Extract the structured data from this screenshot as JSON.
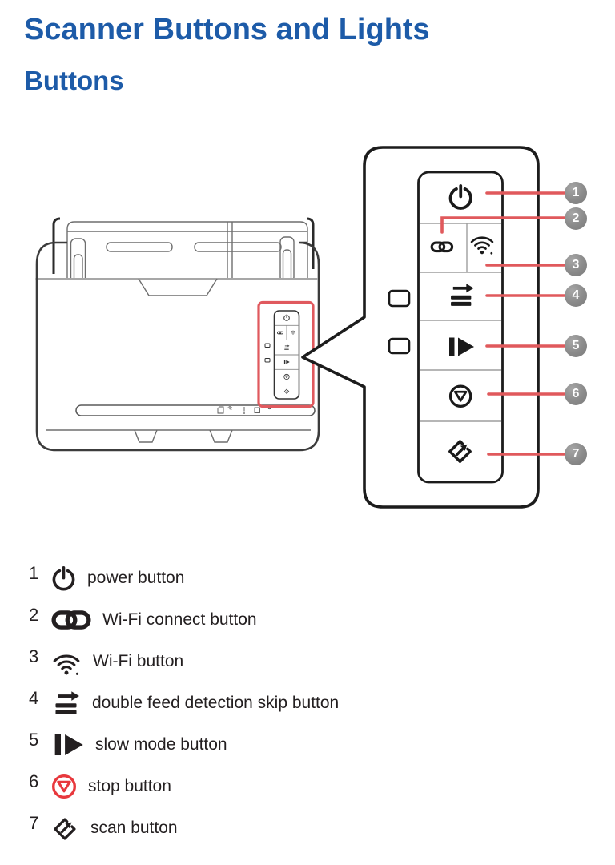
{
  "page": {
    "title": "Scanner Buttons and Lights",
    "subtitle": "Buttons"
  },
  "colors": {
    "heading_blue": "#1d5ba8",
    "callout_line_red": "#e0595c",
    "highlight_red": "#e0595e",
    "badge_gray": "#8a8a8a",
    "stop_icon_red": "#e8383d",
    "body_text": "#231f20",
    "line_art": "#3c3c3c"
  },
  "diagram": {
    "description": "scanner front view with control panel callout",
    "callouts": [
      "1",
      "2",
      "3",
      "4",
      "5",
      "6",
      "7"
    ],
    "panel_buttons": [
      {
        "callout": "1",
        "icon": "power-icon"
      },
      {
        "callout": "2",
        "icon": "wifi-connect-icon"
      },
      {
        "callout": "3",
        "icon": "wifi-icon"
      },
      {
        "callout": "4",
        "icon": "double-feed-skip-icon"
      },
      {
        "callout": "5",
        "icon": "slow-mode-icon"
      },
      {
        "callout": "6",
        "icon": "stop-icon"
      },
      {
        "callout": "7",
        "icon": "scan-icon"
      }
    ]
  },
  "legend": {
    "items": [
      {
        "number": "1",
        "icon": "power-icon",
        "label": "power button"
      },
      {
        "number": "2",
        "icon": "wifi-connect-icon",
        "label": "Wi-Fi connect button"
      },
      {
        "number": "3",
        "icon": "wifi-icon",
        "label": "Wi-Fi button"
      },
      {
        "number": "4",
        "icon": "double-feed-skip-icon",
        "label": "double feed detection skip button"
      },
      {
        "number": "5",
        "icon": "slow-mode-icon",
        "label": "slow mode button"
      },
      {
        "number": "6",
        "icon": "stop-icon",
        "label": "stop button"
      },
      {
        "number": "7",
        "icon": "scan-icon",
        "label": "scan button"
      }
    ]
  }
}
